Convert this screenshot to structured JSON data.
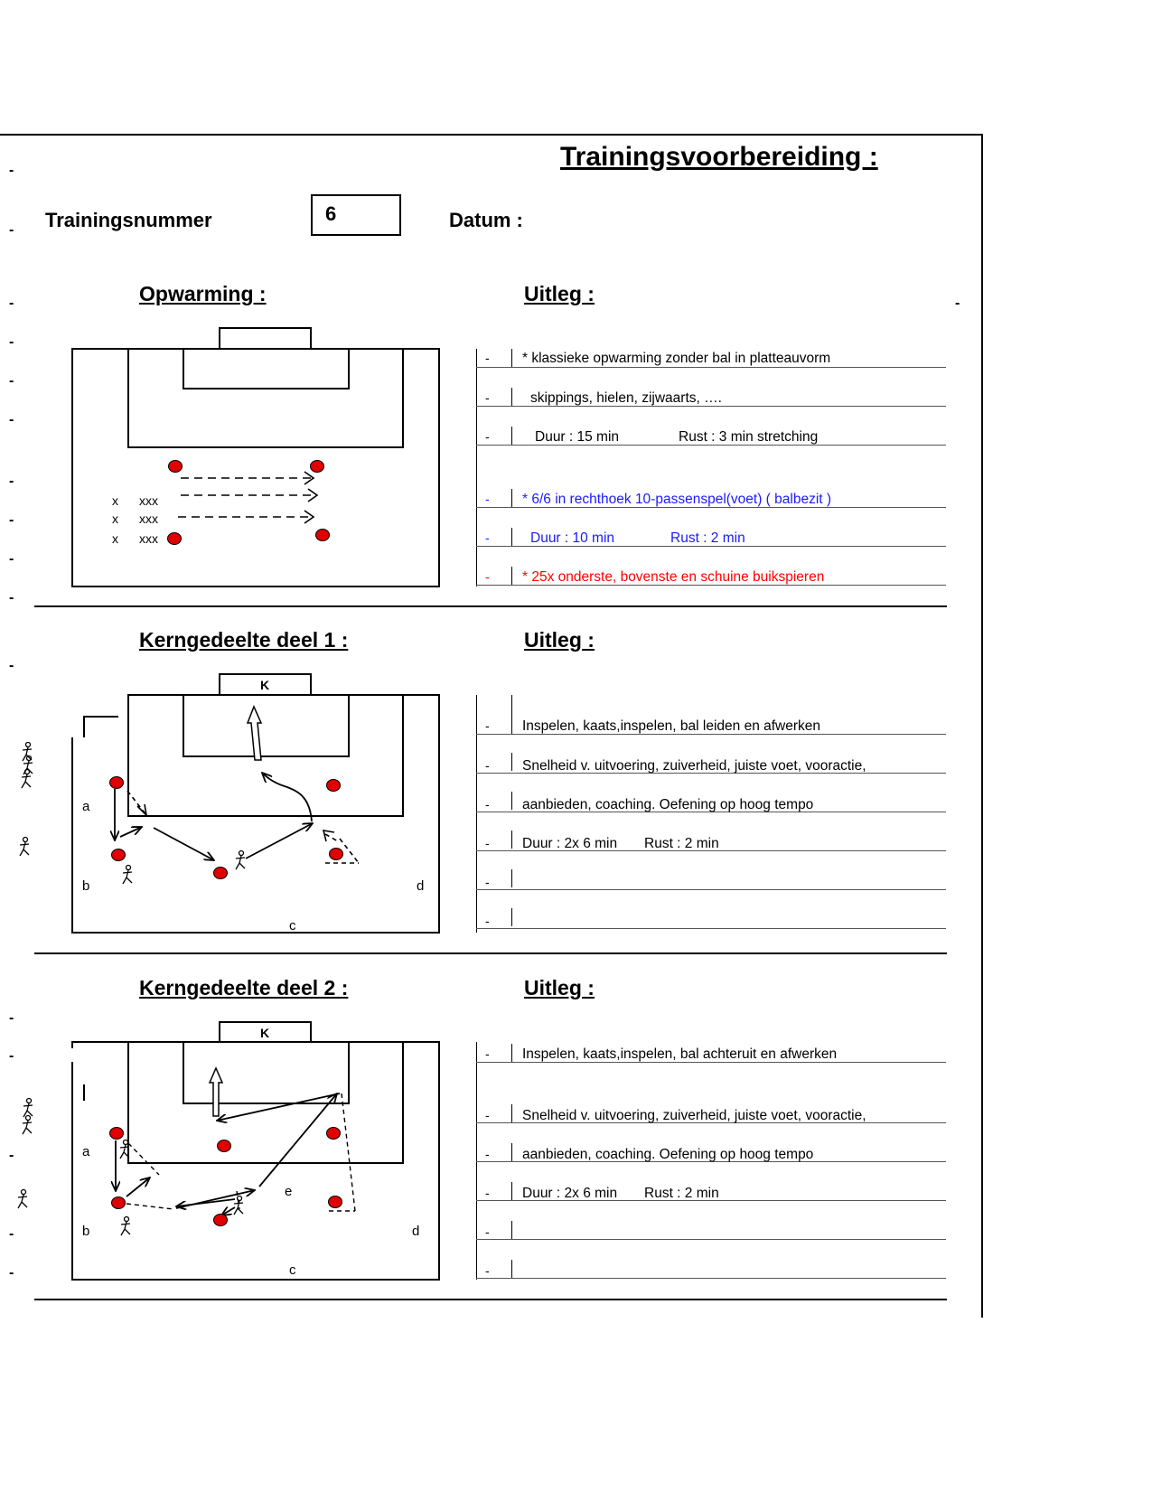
{
  "title": "Trainingsvoorbereiding :",
  "header": {
    "training_label": "Trainingsnummer",
    "training_number": "6",
    "date_label": "Datum :"
  },
  "colors": {
    "blue": "#1a1aff",
    "red": "#ff0000",
    "ball": "#e00000"
  },
  "margin_dash": "-",
  "sections": [
    {
      "heading": "Opwarming :",
      "uitleg": "Uitleg :",
      "rows": [
        {
          "dash": "-",
          "text": "* klassieke opwarming zonder bal in platteauvorm",
          "color": "black"
        },
        {
          "dash": "-",
          "text": "skippings, hielen, zijwaarts, ….",
          "color": "black"
        },
        {
          "dash": "-",
          "text": "Duur : 15 min",
          "text2": "Rust : 3 min stretching",
          "color": "black"
        },
        {
          "dash": "-",
          "text": "* 6/6 in rechthoek 10-passenspel(voet)  ( balbezit )",
          "color": "blue"
        },
        {
          "dash": "-",
          "text": "Duur : 10 min",
          "text2": "Rust : 2 min",
          "color": "blue"
        },
        {
          "dash": "-",
          "text": "* 25x onderste, bovenste en schuine buikspieren",
          "color": "red"
        }
      ],
      "diagram_labels": {
        "x": "x",
        "xxx": "xxx"
      }
    },
    {
      "heading": "Kerngedeelte deel 1 :",
      "uitleg": "Uitleg :",
      "rows": [
        {
          "dash": "-",
          "text": "Inspelen, kaats,inspelen, bal leiden en afwerken"
        },
        {
          "dash": "-",
          "text": "Snelheid v. uitvoering, zuiverheid, juiste voet, vooractie,"
        },
        {
          "dash": "-",
          "text": "aanbieden, coaching. Oefening op hoog tempo"
        },
        {
          "dash": "-",
          "text": "Duur : 2x 6 min",
          "text2": "Rust : 2 min"
        },
        {
          "dash": "-",
          "text": ""
        },
        {
          "dash": "-",
          "text": ""
        }
      ],
      "diagram_labels": {
        "goal": "K",
        "a": "a",
        "b": "b",
        "c": "c",
        "d": "d"
      }
    },
    {
      "heading": "Kerngedeelte deel 2 :",
      "uitleg": "Uitleg :",
      "rows": [
        {
          "dash": "-",
          "text": "Inspelen, kaats,inspelen, bal achteruit en afwerken"
        },
        {
          "dash": "-",
          "text": "Snelheid v. uitvoering, zuiverheid, juiste voet, vooractie,"
        },
        {
          "dash": "-",
          "text": "aanbieden, coaching. Oefening op hoog tempo"
        },
        {
          "dash": "-",
          "text": "Duur : 2x 6 min",
          "text2": "Rust : 2 min"
        },
        {
          "dash": "-",
          "text": ""
        },
        {
          "dash": "-",
          "text": ""
        }
      ],
      "diagram_labels": {
        "goal": "K",
        "a": "a",
        "b": "b",
        "c": "c",
        "d": "d",
        "e": "e"
      }
    }
  ]
}
